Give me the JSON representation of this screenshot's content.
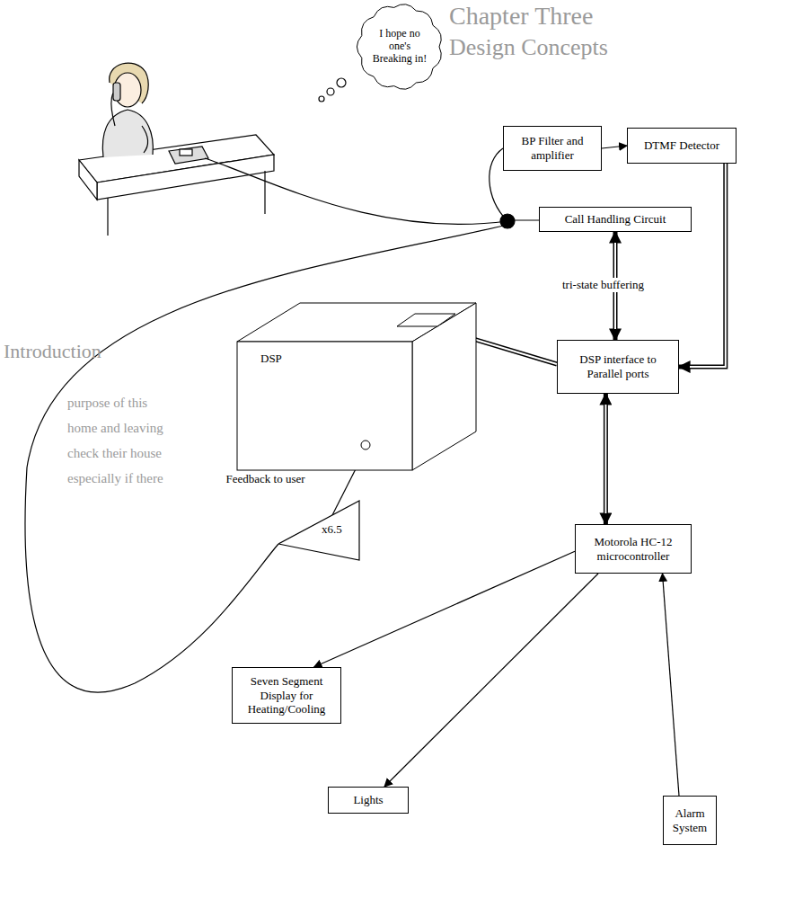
{
  "diagram": {
    "nodes": [
      {
        "text": [
          "I hope no one's Breaking in!"
        ]
      },
      {
        "text": [
          "BP Filter and amplifier"
        ]
      },
      {
        "text": [
          "DTMF Detector"
        ]
      },
      {
        "text": [
          "Call Handling Circuit"
        ]
      },
      {
        "text": [
          "DSP"
        ]
      },
      {
        "text": [
          "DSP interface to Parallel ports"
        ]
      },
      {
        "text": [
          "Motorola HC-12 microcontroller"
        ]
      },
      {
        "text": [
          "Seven Segment Display for Heating/Cooling"
        ]
      },
      {
        "text": [
          "Lights"
        ]
      },
      {
        "text": [
          "Alarm System"
        ]
      },
      {
        "text": [
          "x6.5"
        ]
      }
    ],
    "edges": [
      {
        "from": 1,
        "to": 2,
        "arrow": "to"
      },
      {
        "from": 2,
        "to": 5,
        "arrow": "to"
      },
      {
        "from": 3,
        "to": 5,
        "arrow": "both",
        "label": "tri-state buffering"
      },
      {
        "from": 4,
        "to": 5,
        "arrow": "none"
      },
      {
        "from": 5,
        "to": 6,
        "arrow": "both"
      },
      {
        "from": 6,
        "to": 7,
        "arrow": "to"
      },
      {
        "from": 6,
        "to": 8,
        "arrow": "to"
      },
      {
        "from": 9,
        "to": 6,
        "arrow": "to"
      },
      {
        "from": 4,
        "to": 10,
        "arrow": "none",
        "label": "Feedback to user"
      }
    ],
    "labels": [
      "Chapter Three",
      "Design Concepts",
      "Introduction",
      "purpose of this",
      "home and leaving",
      "check their house",
      "especially if there"
    ]
  }
}
